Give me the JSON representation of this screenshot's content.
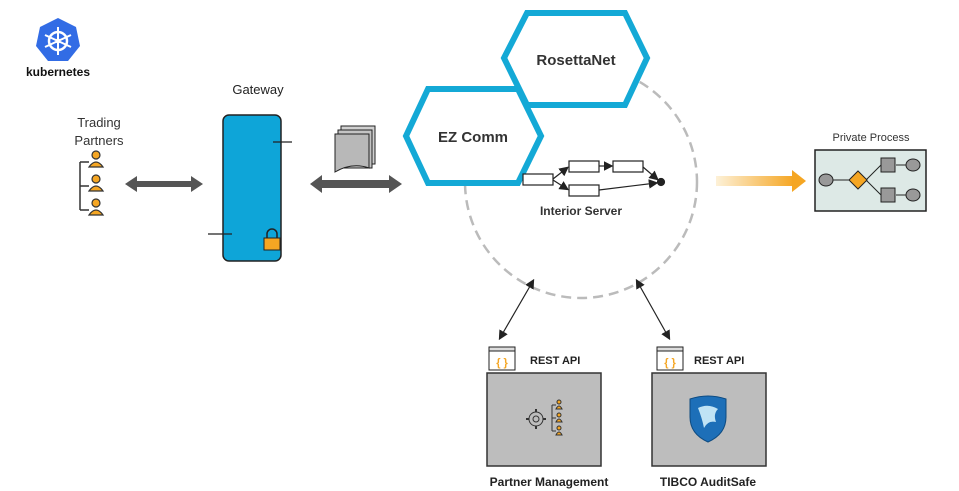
{
  "logo": {
    "text": "kubernetes",
    "icon": "kubernetes-helm-icon",
    "color": "#326ce5"
  },
  "trading_partners": {
    "label_line1": "Trading",
    "label_line2": "Partners",
    "icon": "partner-hierarchy-icon"
  },
  "gateway": {
    "label": "Gateway",
    "color": "#0ea5d8",
    "icon": "lock-icon"
  },
  "documents": {
    "icon": "document-stack-icon"
  },
  "hexagons": {
    "ez_comm": "EZ Comm",
    "rosettanet": "RosettaNet",
    "color": "#14a9d6"
  },
  "interior_server": {
    "label": "Interior Server"
  },
  "private_process": {
    "label": "Private Process"
  },
  "partner_management": {
    "api_label": "REST API",
    "label": "Partner Management",
    "icon": "gear-hierarchy-icon"
  },
  "auditsafe": {
    "api_label": "REST API",
    "label": "TIBCO AuditSafe",
    "icon": "shield-icon"
  },
  "colors": {
    "accent": "#f5a623",
    "arrow": "#555555",
    "box": "#bdbdbd"
  }
}
